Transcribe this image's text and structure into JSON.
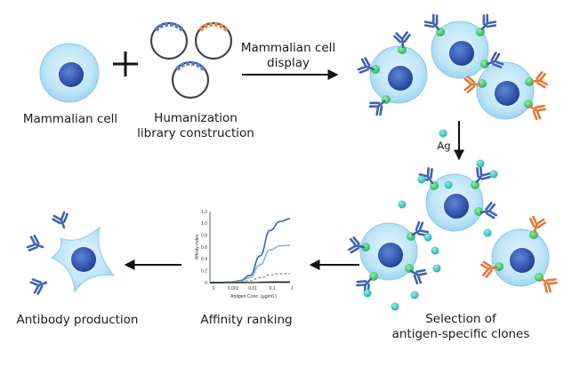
{
  "labels": {
    "mammalian_cell": "Mammalian cell",
    "plus": "+",
    "humanization_1": "Humanization",
    "humanization_2": "library construction",
    "display_1": "Mammalian cell",
    "display_2": "display",
    "ag": "Ag",
    "selection_1": "Selection of",
    "selection_2": "antigen-specific clones",
    "affinity_ranking": "Affinity ranking",
    "antibody_production": "Antibody production"
  },
  "colors": {
    "cell_outer": "#bfe6f8",
    "nucleus": "#2f5cb8",
    "antibody_blue": "#3e63b0",
    "antibody_orange": "#e07b3a",
    "receptor_green": "#3ec46b",
    "antigen_teal": "#3cc4c4",
    "arrow": "#111111"
  },
  "chart_data": {
    "type": "line",
    "title": "",
    "xlabel": "Antigen Conc. (μg/mL)",
    "ylabel": "Affinity index",
    "x_ticks": [
      "0",
      "0.001",
      "0.01",
      "0.1",
      "1"
    ],
    "y_ticks": [
      "0",
      "0.2",
      "0.4",
      "0.6",
      "0.8",
      "1.0",
      "1.2"
    ],
    "ylim": [
      0,
      1.2
    ],
    "x": [
      0,
      0.5,
      1,
      1.5,
      2,
      2.5,
      3,
      3.5,
      4
    ],
    "series": [
      {
        "style": "solid-dark",
        "values": [
          0,
          0,
          0.01,
          0.03,
          0.12,
          0.45,
          0.88,
          1.03,
          1.08
        ]
      },
      {
        "style": "solid-light",
        "values": [
          0,
          0,
          0.01,
          0.02,
          0.08,
          0.3,
          0.55,
          0.62,
          0.63
        ]
      },
      {
        "style": "dashed",
        "values": [
          0,
          0,
          0,
          0.01,
          0.03,
          0.08,
          0.13,
          0.15,
          0.15
        ]
      },
      {
        "style": "solid-black",
        "values": [
          0,
          0,
          0,
          0,
          0,
          0.005,
          0.01,
          0.012,
          0.012
        ]
      }
    ]
  }
}
